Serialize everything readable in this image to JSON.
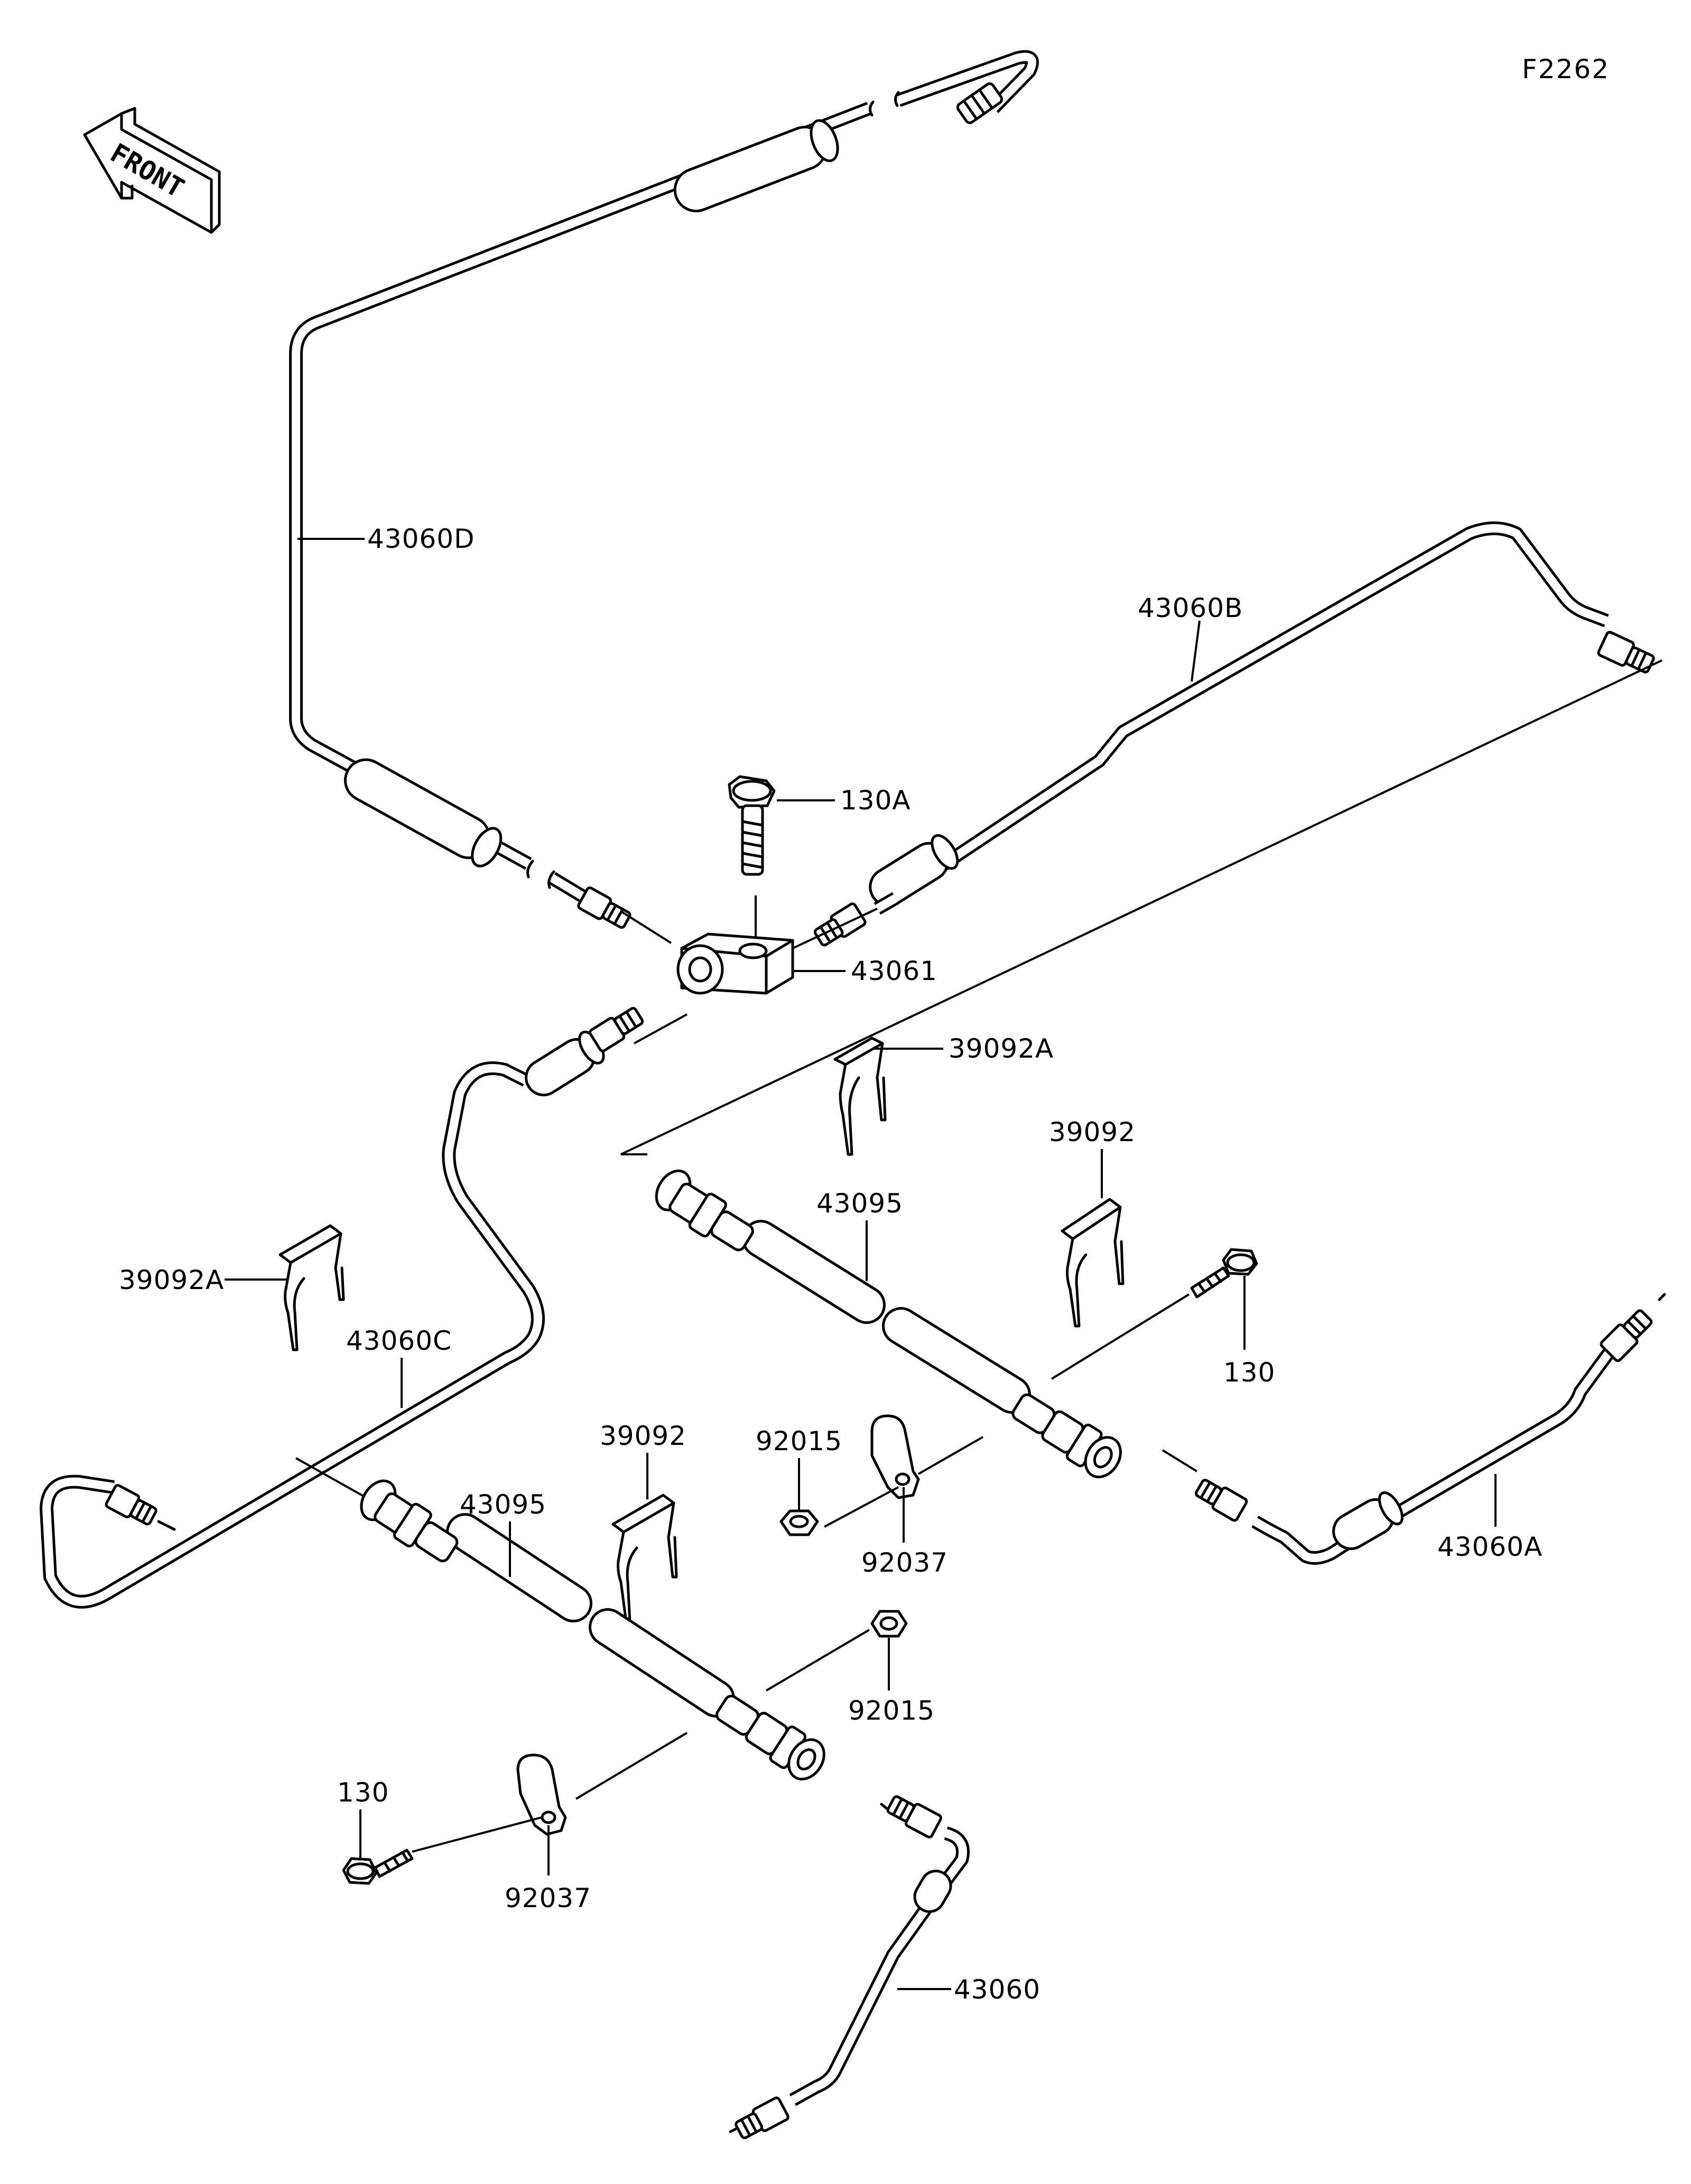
{
  "figure_code": "F2262",
  "front_arrow": {
    "text": "FRONT",
    "icon": "front-direction-arrow-icon"
  },
  "labels": {
    "l43060D": "43060D",
    "l43060B": "43060B",
    "l130A": "130A",
    "l43061": "43061",
    "l39092A_top": "39092A",
    "l39092_right": "39092",
    "l43095_right": "43095",
    "l39092A_left": "39092A",
    "l43060C": "43060C",
    "l130_right": "130",
    "l39092_mid": "39092",
    "l92015_top": "92015",
    "l43095_left": "43095",
    "l92037_right": "92037",
    "l43060A": "43060A",
    "l92015_bottom": "92015",
    "l130_left": "130",
    "l92037_left": "92037",
    "l43060": "43060"
  },
  "colors": {
    "line": "#000000",
    "background": "#ffffff"
  }
}
